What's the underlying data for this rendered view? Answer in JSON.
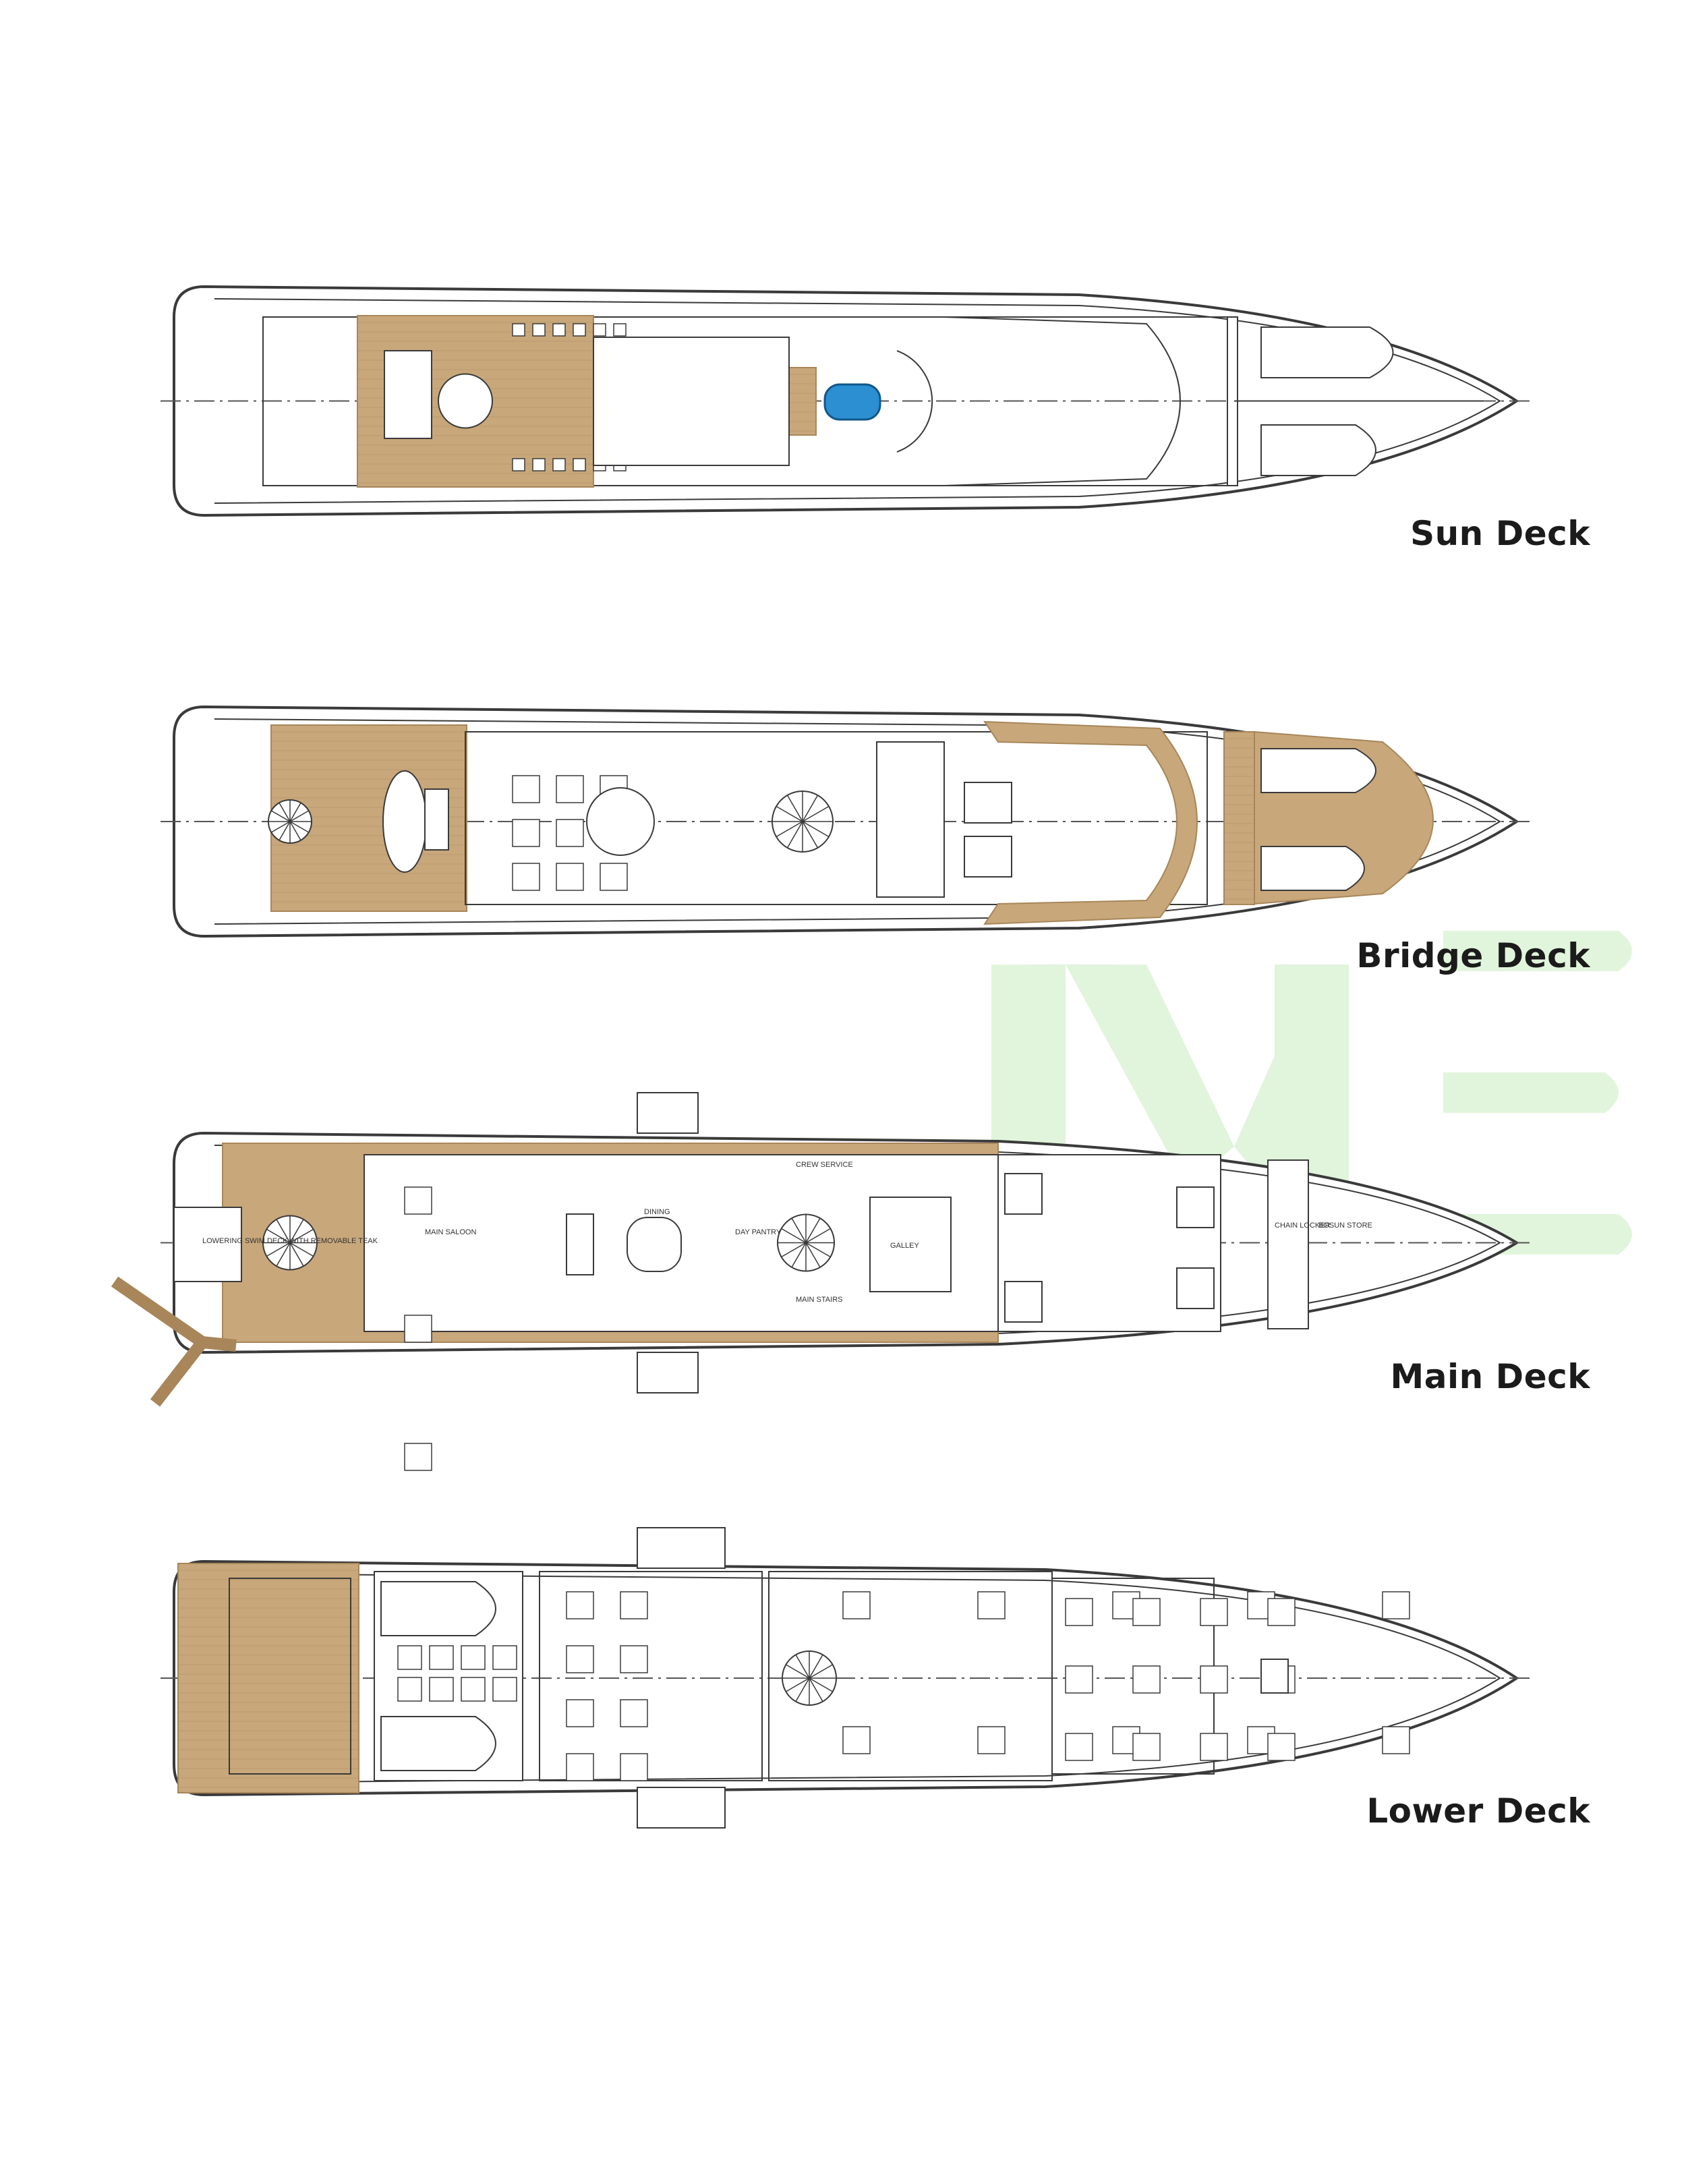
{
  "watermark": {
    "text": "ME",
    "color": "#dcf3d6"
  },
  "colors": {
    "teak": "#c8a77b",
    "teak_dark": "#a8865a",
    "pool": "#2b8fd2",
    "line": "#3a3a3a"
  },
  "decks": [
    {
      "label": "Sun Deck"
    },
    {
      "label": "Bridge Deck"
    },
    {
      "label": "Main Deck",
      "rooms": [
        "LOWERING SWIM DECK WITH REMOVABLE TEAK",
        "MAIN SALOON",
        "DINING",
        "DAY PANTRY",
        "CREW SERVICE",
        "MAIN STAIRS",
        "GALLEY",
        "CHAIN LOCKER",
        "BOSUN STORE"
      ]
    },
    {
      "label": "Lower Deck"
    }
  ]
}
